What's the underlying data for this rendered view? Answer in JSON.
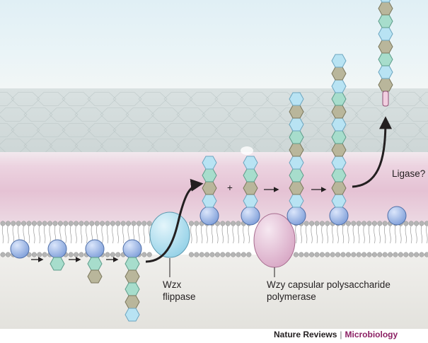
{
  "labels": {
    "wzx_name": "Wzx",
    "wzx_role": "flippase",
    "wzy_line1": "Wzy capsular polysaccharide",
    "wzy_line2": "polymerase",
    "ligase": "Ligase?",
    "plus": "+"
  },
  "credit": {
    "journal": "Nature Reviews",
    "separator": "|",
    "subject": "Microbiology"
  },
  "colors": {
    "blue_sugar": "#8faee3",
    "green_sugar": "#a7ddcc",
    "tan_sugar": "#b9b69b",
    "light_blue_sugar": "#b8e3f3",
    "wzx_protein": "#a9ddef",
    "wzy_protein": "#e2bad3",
    "membrane_head": "#b3b3b3",
    "periplasm_pink": "#ead2df",
    "outer_membrane_gray": "#d3dbdb",
    "sky": "#e6f3f8",
    "cytoplasm": "#e7e7e3"
  }
}
